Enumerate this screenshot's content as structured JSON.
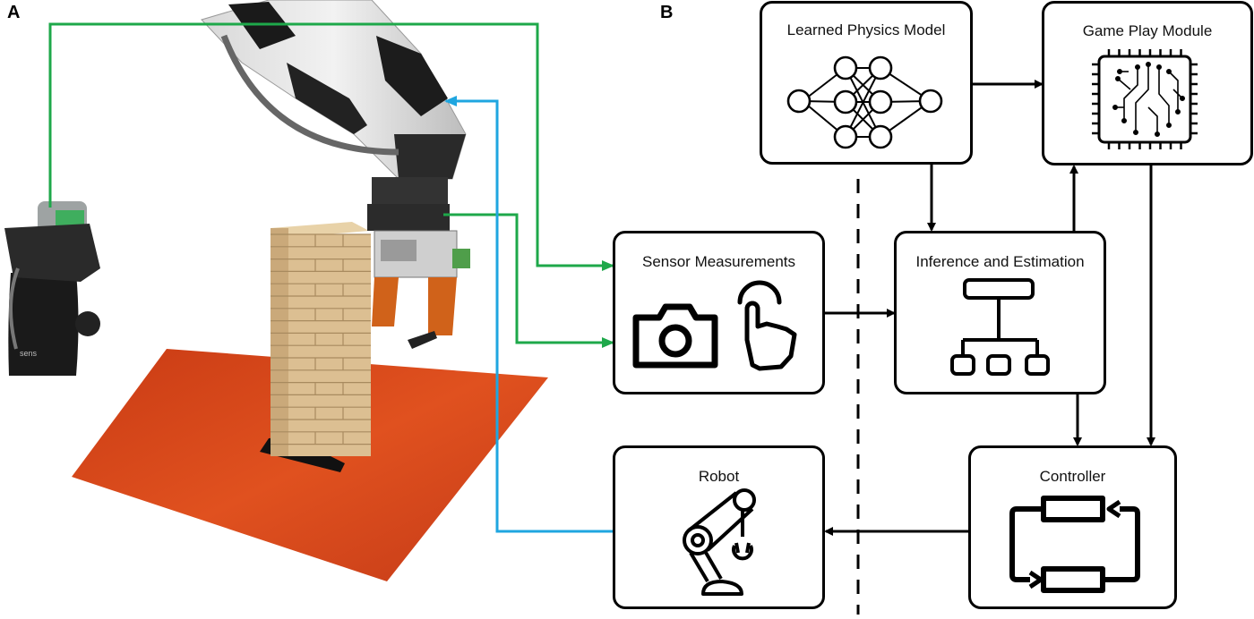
{
  "panels": {
    "a_label": "A",
    "b_label": "B"
  },
  "boxes": {
    "physics": "Learned Physics Model",
    "gameplay": "Game Play Module",
    "sensor": "Sensor Measurements",
    "inference": "Inference and Estimation",
    "robot": "Robot",
    "controller": "Controller"
  },
  "photo": {
    "camera_brand": "sens"
  },
  "colors": {
    "green_signal": "#1ea84a",
    "blue_signal": "#1fa6e0",
    "mat": "#d9461c",
    "wood": "#d6b98c"
  },
  "icons": [
    "neural-network-icon",
    "chip-icon",
    "camera-icon",
    "touch-icon",
    "hierarchy-icon",
    "robot-arm-icon",
    "control-loop-icon"
  ]
}
